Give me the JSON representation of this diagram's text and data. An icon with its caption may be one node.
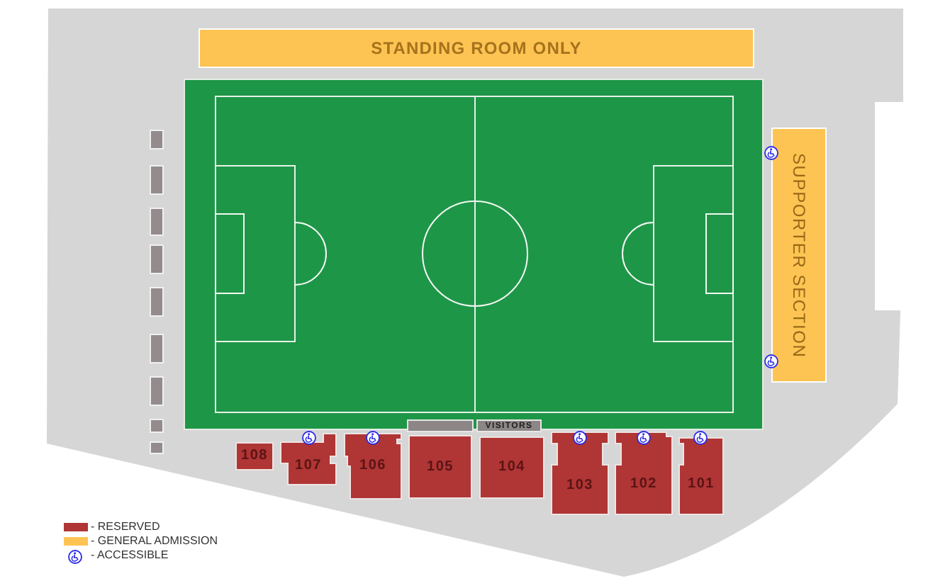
{
  "diagram": {
    "nodes": [
      {
        "text": [
          "STANDING ROOM ONLY"
        ]
      },
      {
        "text": [
          "SUPPORTER SECTION"
        ]
      },
      {
        "text": [],
        "shape": "bar"
      },
      {
        "text": [
          "VISITORS"
        ]
      },
      {
        "text": [
          "108"
        ]
      },
      {
        "text": [
          "107"
        ]
      },
      {
        "text": [
          "106"
        ]
      },
      {
        "text": [
          "105"
        ]
      },
      {
        "text": [
          "104"
        ]
      },
      {
        "text": [
          "103"
        ]
      },
      {
        "text": [
          "102"
        ]
      },
      {
        "text": [
          "101"
        ]
      }
    ],
    "legend": [
      {
        "text": "- RESERVED",
        "color": "#b03535"
      },
      {
        "text": "- GENERAL ADMISSION",
        "color": "#fdc453"
      },
      {
        "text": "- ACCESSIBLE"
      }
    ]
  }
}
